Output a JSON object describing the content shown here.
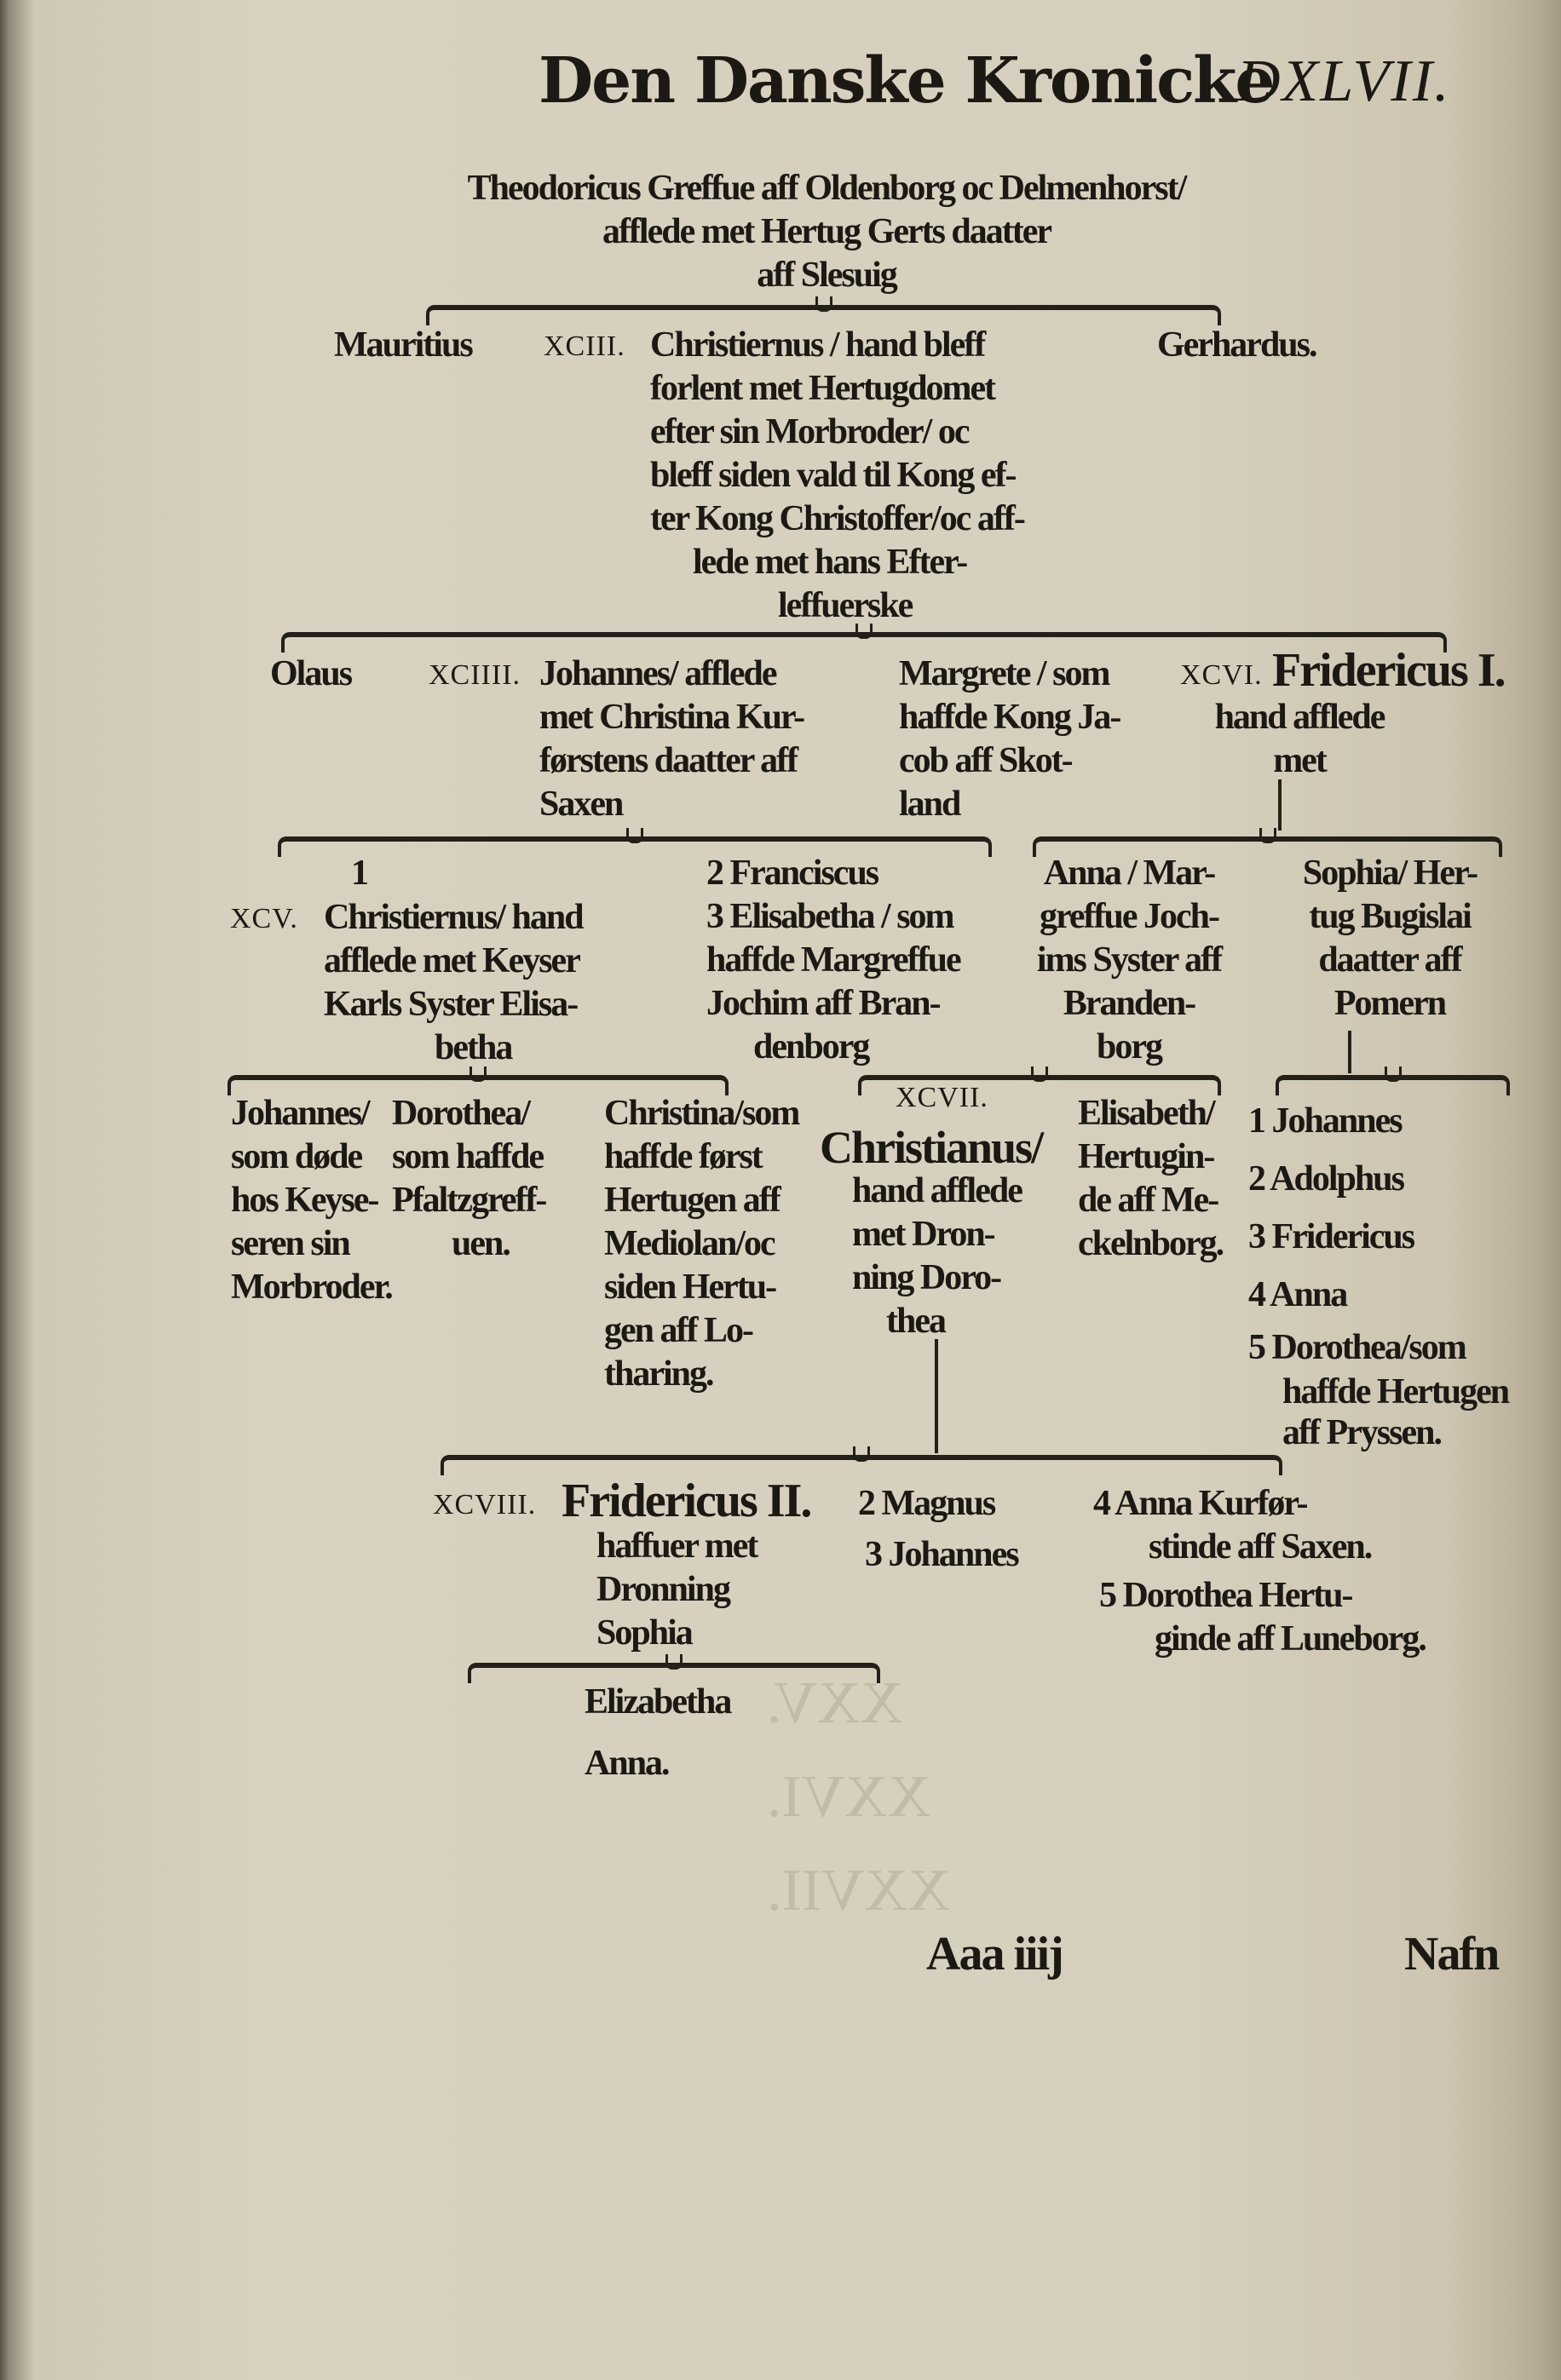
{
  "header": {
    "title": "Den Danske Kronicke",
    "folio": "DXLVII."
  },
  "root": {
    "lines": [
      "Theodoricus Greffue aff Oldenborg oc Delmenhorst/",
      "afflede met Hertug Gerts daatter",
      "aff Slesuig"
    ]
  },
  "gen1": {
    "mauritius": "Mauritius",
    "christiernus_num": "XCIII.",
    "christiernus_lines": [
      "Christiernus / hand bleff",
      "forlent met Hertugdomet",
      "efter sin Morbroder/ oc",
      "bleff siden vald til Kong ef-",
      "ter Kong Christoffer/oc aff-",
      "lede met hans Efter-",
      "leffuerske"
    ],
    "gerhardus": "Gerhardus."
  },
  "gen2": {
    "olaus": "Olaus",
    "johannes_num": "XCIIII.",
    "johannes_lines": [
      "Johannes/ afflede",
      "met Christina Kur-",
      "førstens daatter aff",
      "Saxen"
    ],
    "margrete_lines": [
      "Margrete / som",
      "haffde Kong Ja-",
      "cob aff Skot-",
      "land"
    ],
    "fridericus_num": "XCVI.",
    "fridericus_name": "Fridericus I.",
    "fridericus_lines": [
      "hand afflede",
      "met"
    ]
  },
  "gen3": {
    "christiernus_index": "1",
    "christiernus_num": "XCV.",
    "christiernus_lines": [
      "Christiernus/ hand",
      "afflede met Keyser",
      "Karls Syster Elisa-",
      "betha"
    ],
    "siblings_lines": [
      "2 Franciscus",
      "3 Elisabetha / som",
      "haffde Margreffue",
      "Jochim aff Bran-",
      "denborg"
    ],
    "anna_lines": [
      "Anna / Mar-",
      "greffue Joch-",
      "ims Syster aff",
      "Branden-",
      "borg"
    ],
    "sophia_lines": [
      "Sophia/ Her-",
      "tug Bugislai",
      "daatter aff",
      "Pomern"
    ]
  },
  "gen4": {
    "johannes_lines": [
      "Johannes/",
      "som døde",
      "hos Keyse-",
      "seren sin",
      "Morbroder."
    ],
    "dorothea_lines": [
      "Dorothea/",
      "som haffde",
      "Pfaltzgreff-",
      "uen."
    ],
    "christina_lines": [
      "Christina/som",
      "haffde først",
      "Hertugen aff",
      "Mediolan/oc",
      "siden Hertu-",
      "gen aff Lo-",
      "tharing."
    ],
    "christianus_num": "XCVII.",
    "christianus_lines": [
      "Christianus/",
      "hand afflede",
      "met Dron-",
      "ning Doro-",
      "thea"
    ],
    "elisabeth_lines": [
      "Elisabeth/",
      "Hertugin-",
      "de aff Me-",
      "ckelnborg."
    ],
    "frederik_children": [
      "1 Johannes",
      "2 Adolphus",
      "3 Fridericus",
      "4 Anna",
      "5 Dorothea/som",
      "haffde Hertugen",
      "aff Pryssen."
    ]
  },
  "gen5": {
    "fridericus_num": "XCVIII.",
    "fridericus_name": "Fridericus II.",
    "fridericus_lines": [
      "haffuer met",
      "Dronning",
      "Sophia"
    ],
    "magnus": "2 Magnus",
    "johannes": "3 Johannes",
    "anna_lines": [
      "4 Anna Kurfør-",
      "stinde aff Saxen."
    ],
    "dorothea_lines": [
      "5 Dorothea Hertu-",
      "ginde aff Luneborg."
    ]
  },
  "gen6": {
    "children": [
      "Elizabetha",
      "Anna."
    ]
  },
  "footer": {
    "signature": "Aaa iiij",
    "catchword": "Nafn"
  }
}
